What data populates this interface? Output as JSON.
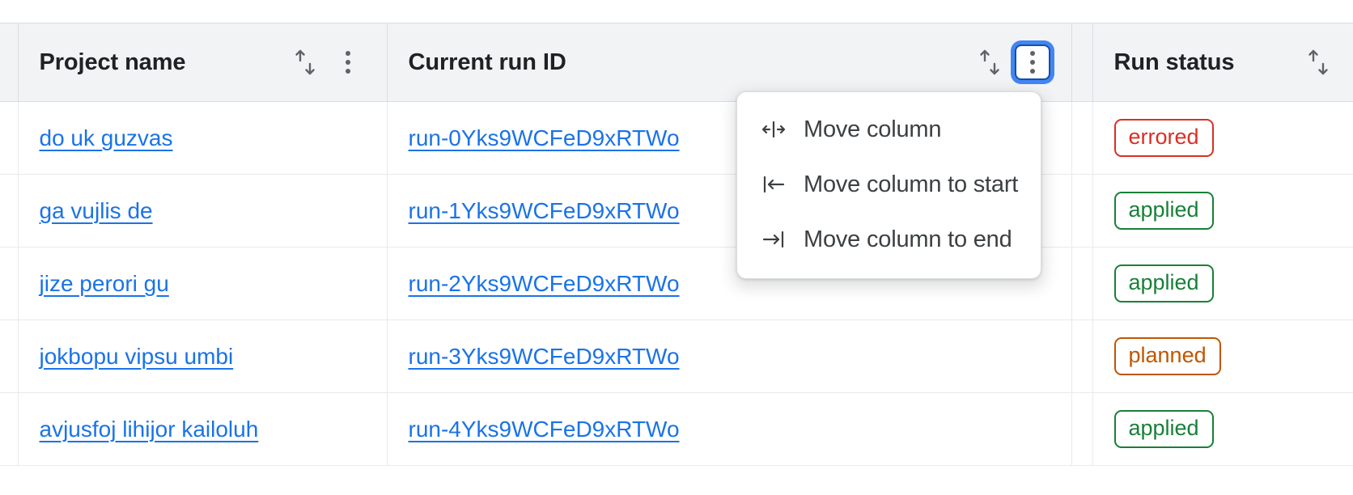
{
  "table": {
    "columns": [
      {
        "key": "gutter",
        "label": "",
        "sortable": false,
        "menu": false
      },
      {
        "key": "project_name",
        "label": "Project name",
        "sortable": true,
        "menu": true
      },
      {
        "key": "current_run_id",
        "label": "Current run ID",
        "sortable": true,
        "menu": true
      },
      {
        "key": "spacer",
        "label": "",
        "sortable": false,
        "menu": false
      },
      {
        "key": "run_status",
        "label": "Run status",
        "sortable": true,
        "menu": false
      }
    ],
    "headers": {
      "project_name": "Project name",
      "current_run_id": "Current run ID",
      "run_status": "Run status"
    },
    "icons": {
      "sort": "sort-arrows-icon",
      "kebab": "kebab-menu-icon"
    },
    "rows": [
      {
        "project_name": "do uk guzvas",
        "current_run_id": "run-0Yks9WCFeD9xRTWo",
        "run_status": "errored"
      },
      {
        "project_name": "ga vujlis de",
        "current_run_id": "run-1Yks9WCFeD9xRTWo",
        "run_status": "applied"
      },
      {
        "project_name": "jize perori gu",
        "current_run_id": "run-2Yks9WCFeD9xRTWo",
        "run_status": "applied"
      },
      {
        "project_name": "jokbopu vipsu umbi",
        "current_run_id": "run-3Yks9WCFeD9xRTWo",
        "run_status": "planned"
      },
      {
        "project_name": "avjusfoj lihijor kailoluh",
        "current_run_id": "run-4Yks9WCFeD9xRTWo",
        "run_status": "applied"
      }
    ]
  },
  "column_menu": {
    "open_for_column": "Current run ID",
    "items": [
      {
        "icon": "move-column-icon",
        "label": "Move column"
      },
      {
        "icon": "move-column-to-start-icon",
        "label": "Move column to start"
      },
      {
        "icon": "move-column-to-end-icon",
        "label": "Move column to end"
      }
    ]
  },
  "colors": {
    "link": "#1a73e8",
    "header_bg": "#f1f3f4",
    "border": "#dadce0",
    "row_border": "#e8eaed",
    "focus_ring": "#4285f4",
    "status_errored": "#d93025",
    "status_applied": "#188038",
    "status_planned": "#c05600",
    "text": "#202124",
    "icon": "#5f6368"
  }
}
